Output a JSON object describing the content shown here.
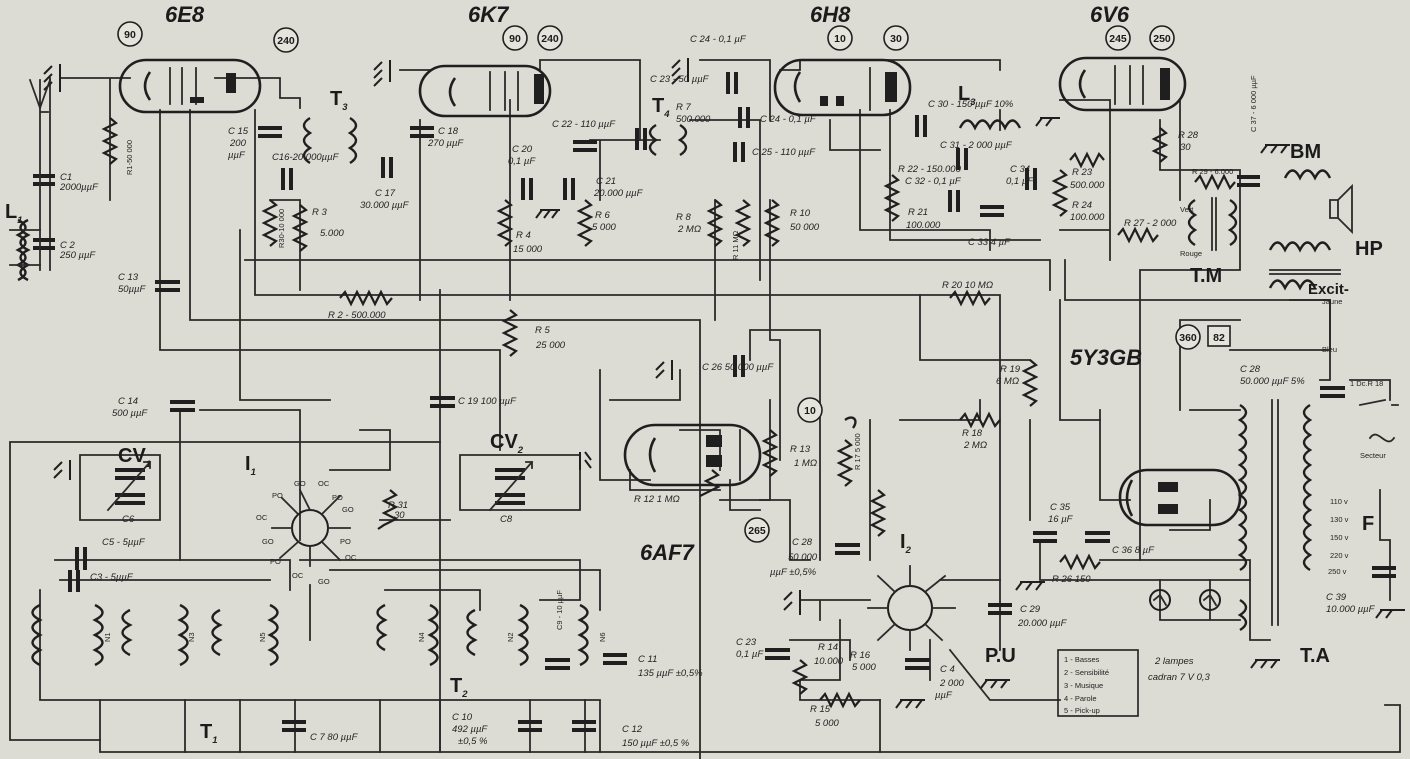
{
  "tubes": {
    "t1": "6E8",
    "t2": "6K7",
    "t3": "6H8",
    "t4": "6V6",
    "t5": "6AF7",
    "t6": "5Y3GB"
  },
  "voltages": {
    "v90a": "90",
    "v240a": "240",
    "v90b": "90",
    "v240b": "240",
    "v10a": "10",
    "v30": "30",
    "v245": "245",
    "v250": "250",
    "v10b": "10",
    "v265": "265",
    "v360": "360",
    "v82": "82"
  },
  "blocks": {
    "L1": "L",
    "L3": "L",
    "T1": "T",
    "T2": "T",
    "T3": "T",
    "T4": "T",
    "I1": "I",
    "I2": "I",
    "CV1": "CV",
    "CV2": "CV",
    "BM": "BM",
    "HP": "HP",
    "TM": "T.M",
    "TA": "T.A",
    "PU": "P.U",
    "F": "F"
  },
  "labels": {
    "c1": "C1",
    "c1v": "2000µµF",
    "c2": "C 2",
    "c2v": "250 µµF",
    "r1": "R1-50 000",
    "c13": "C 13",
    "c13v": "50µµF",
    "c14": "C 14",
    "c14v": "500 µµF",
    "c6": "C6",
    "c5": "C5 - 5µµF",
    "c3": "C3 - 5µµF",
    "c15": "C 15",
    "c15v1": "200",
    "c15v2": "µµF",
    "c16": "C16-20 000µµF",
    "r30": "R30-10 000",
    "r3": "R 3",
    "r3v": "5.000",
    "c17": "C 17",
    "c17v": "30.000 µµF",
    "c18": "C 18",
    "c18v": "270 µµF",
    "r2": "R 2 - 500.000",
    "r5": "R 5",
    "r5v": "25 000",
    "c19": "C 19  100 µµF",
    "r31": "R 31",
    "r31v": "30",
    "c20": "C 20",
    "c20v": "0,1 µF",
    "r4": "R 4",
    "r4v": "15 000",
    "c21": "C 21",
    "c21v": "20.000 µµF",
    "r6": "R 6",
    "r6v": "5 000",
    "c22": "C 22 - 110 µµF",
    "c24a": "C 24 - 0,1 µF",
    "c23": "C 23 - 50 µµF",
    "r7": "R 7",
    "r7v": "500.000",
    "c24b": "C 24 - 0,1 µF",
    "c25": "C 25 - 110 µµF",
    "r8": "R 8",
    "r8v": "2 MΩ",
    "r11": "R 11 MΩ",
    "r10": "R 10",
    "r10v": "50 000",
    "c26": "C 26  50 000 µµF",
    "r13": "R 13",
    "r13v": "1 MΩ",
    "r12": "R 12  1 MΩ",
    "c30": "C 30 - 150 µµF 10%",
    "c31": "C 31 - 2 000 µµF",
    "r22": "R 22 - 150.000",
    "c32": "C 32 - 0,1 µF",
    "c34": "C 34",
    "c34v": "0,1 µF",
    "r23": "R 23",
    "r23v": "500.000",
    "r21": "R 21",
    "r21v": "100.000",
    "r24": "R 24",
    "r24v": "100.000",
    "c33": "C 33  4 µF",
    "r28": "R 28",
    "r28v": "30",
    "r29": "R 29 - 6.000",
    "c37": "C 37 - 6 000 µµF",
    "r27": "R 27 - 2 000",
    "vert": "Vert",
    "rouge": "Rouge",
    "excitation": "Excit-",
    "jaune": "Jaune",
    "bleu": "Bleu",
    "r20": "R 20  10 MΩ",
    "r19": "R 19",
    "r19v": "6 MΩ",
    "r18": "R 18",
    "r18v": "2 MΩ",
    "r17": "R 17  5 000",
    "r16": "R 16",
    "r16v": "5 000",
    "c28": "C 28",
    "c28v": "50 000",
    "c28t": "µµF  ±0,5%",
    "c23b": "C 23",
    "c23bv": "0,1 µF",
    "r14": "R 14",
    "r14v": "10.000",
    "r15": "R 15",
    "r15v": "5 000",
    "c4": "C 4",
    "c4v": "2 000",
    "c4u": "µµF",
    "c29": "C 29",
    "c29v": "20.000 µµF",
    "c35": "C 35",
    "c35v": "16 µF",
    "r26": "R 26  150",
    "c36": "C 36  8 µF",
    "c28b": "C 28",
    "c28bv": "50.000 µµF 5%",
    "fusible": "1 Dc.R 18",
    "secteur": "Secteur",
    "t110": "110 v",
    "t130": "130 v",
    "t150": "150 v",
    "t220": "220 v",
    "t250": "250 v",
    "c39": "C 39",
    "c39v": "10.000 µµF",
    "c7": "C 7  80 µµF",
    "c10": "C 10",
    "c10v": "492 µµF",
    "c10t": "±0,5 %",
    "c11": "C 11",
    "c11v": "135 µµF ±0,5%",
    "c12": "C 12",
    "c12v": "150 µµF ±0,5 %",
    "c9": "C9 - 10 µµF",
    "c8": "C8",
    "n1": "N1",
    "n3": "N3",
    "n4": "N4",
    "n5": "N5",
    "n6": "N6",
    "n2": "N2"
  },
  "legend": {
    "items": [
      "1 - Basses",
      "2 - Sensibilité",
      "3 - Musique",
      "4 - Parole",
      "5 - Pick-up"
    ],
    "lamps1": "2 lampes",
    "lamps2": "cadran  7 V 0,3"
  },
  "switch_labels": {
    "po1": "PO",
    "go1": "GO",
    "oc1": "OC",
    "po2": "PO",
    "go2": "GO",
    "oc2": "OC",
    "go3": "GO",
    "po3": "PO",
    "oc3": "OC",
    "po4": "PO",
    "go4": "GO",
    "oc4": "OC"
  },
  "sub": {
    "one": "1",
    "two": "2",
    "three": "3",
    "four": "4",
    "two2": "2",
    "one2": "1"
  }
}
